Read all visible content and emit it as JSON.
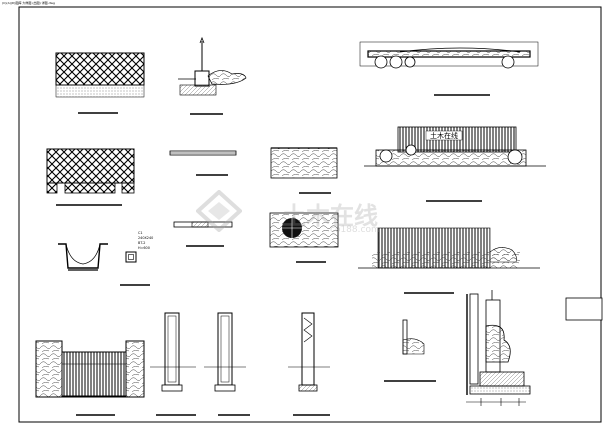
{
  "title_strip": "(C)(A)(D)图库 大样图 (出图) 详图.dwg",
  "sign_text": "土木在线",
  "dim_labels": [
    "C1",
    "240X240",
    "BT-2",
    "H=600"
  ],
  "watermark": {
    "name": "土木在线",
    "url": "co188.com"
  },
  "colors": {
    "line": "#000000",
    "fill_dark": "#222222",
    "hatch": "#555555"
  }
}
